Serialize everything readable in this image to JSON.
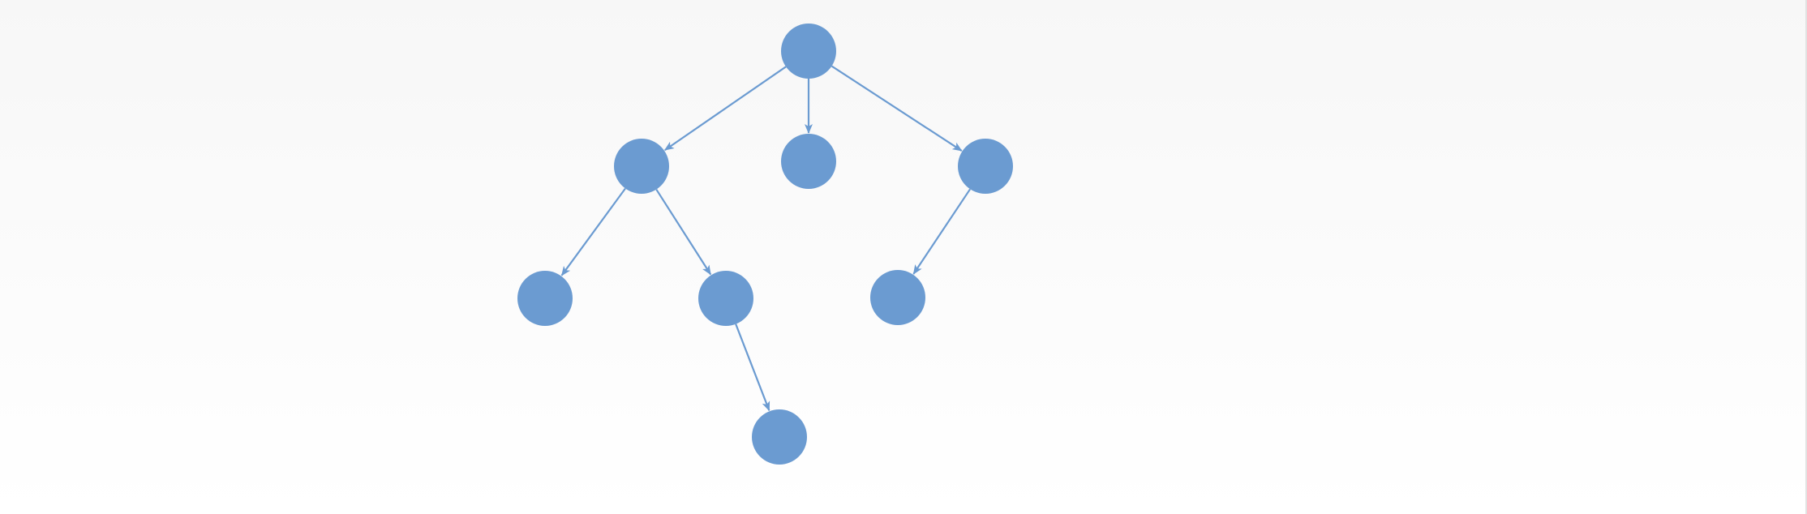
{
  "diagram": {
    "type": "tree",
    "colors": {
      "node_fill": "#6b9bd1",
      "edge_stroke": "#6b9bd1",
      "background_top": "#f7f7f7",
      "background_bottom": "#ffffff"
    },
    "nodes": [
      {
        "id": "root"
      },
      {
        "id": "left"
      },
      {
        "id": "middle"
      },
      {
        "id": "right"
      },
      {
        "id": "left-left"
      },
      {
        "id": "left-right"
      },
      {
        "id": "right-left"
      },
      {
        "id": "left-right-child"
      }
    ],
    "edges": [
      {
        "from": "root",
        "to": "left"
      },
      {
        "from": "root",
        "to": "middle"
      },
      {
        "from": "root",
        "to": "right"
      },
      {
        "from": "left",
        "to": "left-left"
      },
      {
        "from": "left",
        "to": "left-right"
      },
      {
        "from": "right",
        "to": "right-left"
      },
      {
        "from": "left-right",
        "to": "left-right-child"
      }
    ]
  }
}
